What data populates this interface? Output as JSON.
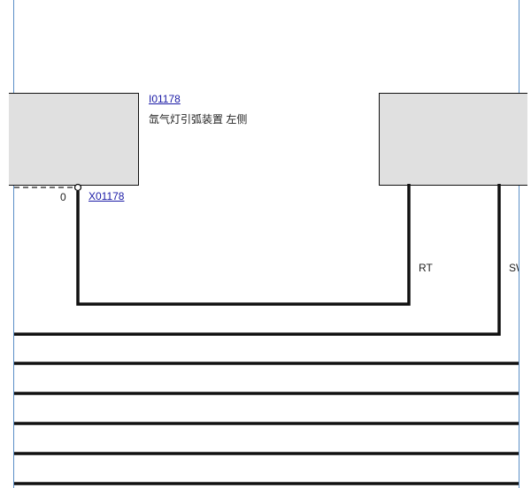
{
  "component": {
    "id_link": "I01178",
    "description": "氙气灯引弧装置 左侧"
  },
  "connector": {
    "id_link": "X01178",
    "pin_label": "0"
  },
  "wires": {
    "rt_label": "RT",
    "sw_label": "SW"
  },
  "colors": {
    "wire": "#111111",
    "box_fill": "#e0e0e0",
    "frame": "#5b8fc7",
    "link": "#1a1aa6"
  }
}
